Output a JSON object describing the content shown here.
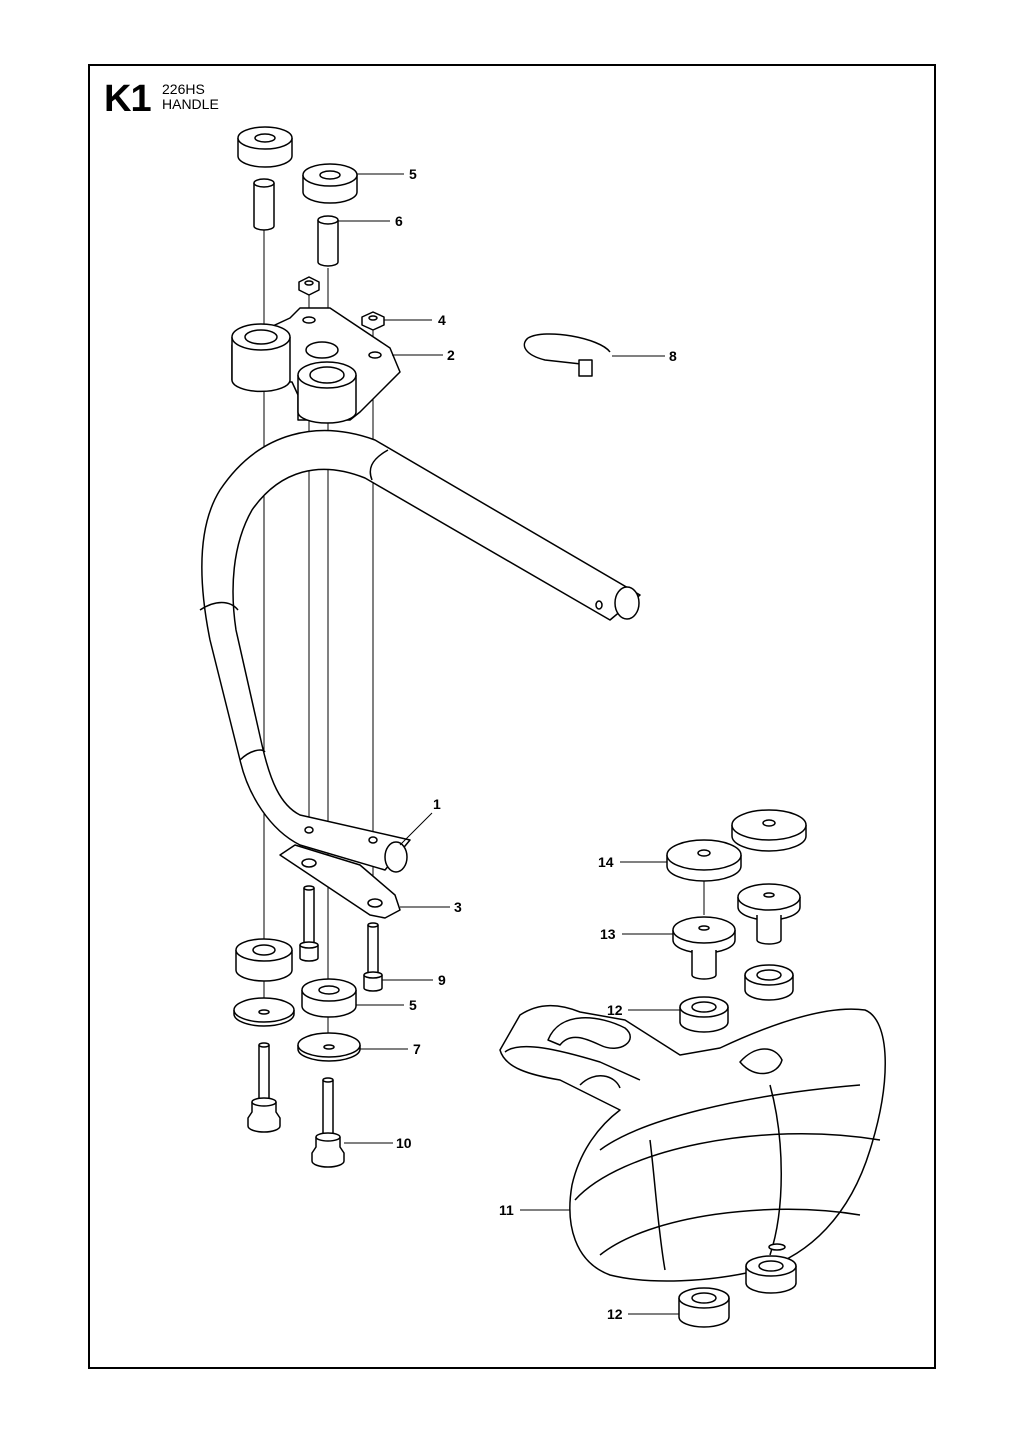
{
  "header": {
    "code": "K1",
    "model": "226HS",
    "title": "HANDLE"
  },
  "callouts": [
    {
      "id": "c5a",
      "label": "5"
    },
    {
      "id": "c6",
      "label": "6"
    },
    {
      "id": "c4",
      "label": "4"
    },
    {
      "id": "c2",
      "label": "2"
    },
    {
      "id": "c8",
      "label": "8"
    },
    {
      "id": "c1",
      "label": "1"
    },
    {
      "id": "c3",
      "label": "3"
    },
    {
      "id": "c9",
      "label": "9"
    },
    {
      "id": "c5b",
      "label": "5"
    },
    {
      "id": "c7",
      "label": "7"
    },
    {
      "id": "c10",
      "label": "10"
    },
    {
      "id": "c14",
      "label": "14"
    },
    {
      "id": "c13",
      "label": "13"
    },
    {
      "id": "c12a",
      "label": "12"
    },
    {
      "id": "c11",
      "label": "11"
    },
    {
      "id": "c12b",
      "label": "12"
    }
  ]
}
